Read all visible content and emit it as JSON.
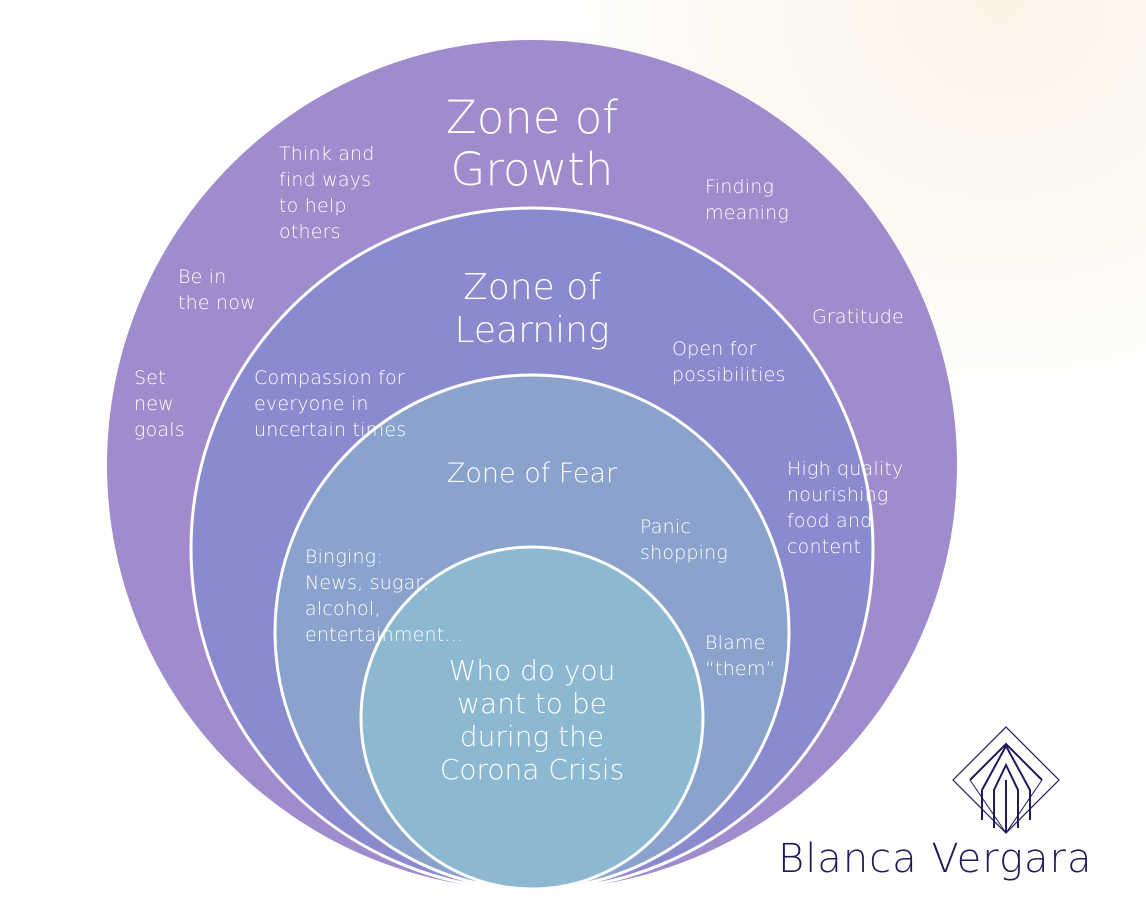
{
  "colors": {
    "growth": "#a08bcc",
    "learning": "#8a8acf",
    "fear": "#8aa2cc",
    "core": "#8cb9d1",
    "logo": "#1e1a5c"
  },
  "zones": {
    "growth": {
      "title": "Zone of\nGrowth",
      "items": [
        "Think and\nfind ways\nto help\nothers",
        "Finding\nmeaning",
        "Be in\nthe now",
        "Gratitude",
        "Set\nnew\ngoals",
        "High quality\nnourishing\nfood and\ncontent"
      ]
    },
    "learning": {
      "title": "Zone of\nLearning",
      "items": [
        "Open for\npossibilities",
        "Compassion for\neveryone in\nuncertain times"
      ]
    },
    "fear": {
      "title": "Zone of Fear",
      "items": [
        "Panic\nshopping",
        "Binging:\nNews, sugar,\nalcohol,\nentertainment…",
        "Blame\n“them”"
      ]
    },
    "core": {
      "title": "Who do you\nwant to be\nduring the\nCorona Crisis"
    }
  },
  "brand": {
    "name": "Blanca Vergara"
  }
}
